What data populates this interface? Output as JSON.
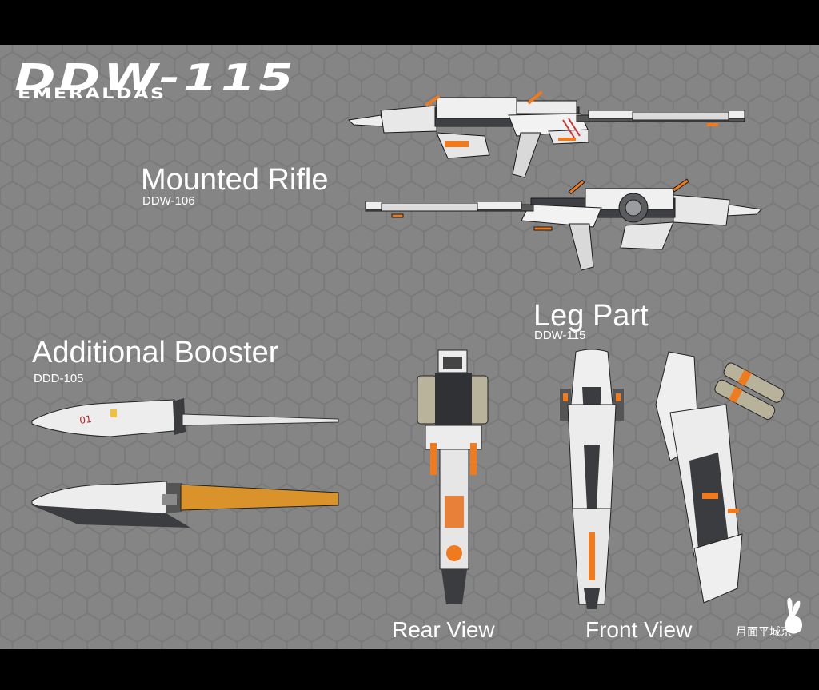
{
  "title": {
    "main": "DDW-115",
    "sub": "EMERALDAS"
  },
  "rifle": {
    "label": "Mounted Rifle",
    "code": "DDW-106"
  },
  "booster": {
    "label": "Additional Booster",
    "code": "DDD-105",
    "marking": "01"
  },
  "leg": {
    "label": "Leg Part",
    "code": "DDW-115"
  },
  "views": {
    "rear": "Rear View",
    "front": "Front View"
  },
  "signature": "月面平城京",
  "colors": {
    "background": "#858586",
    "armor": "#f2f2f2",
    "frame": "#3a3c40",
    "accent": "#f07a1e",
    "border": "#000000"
  }
}
